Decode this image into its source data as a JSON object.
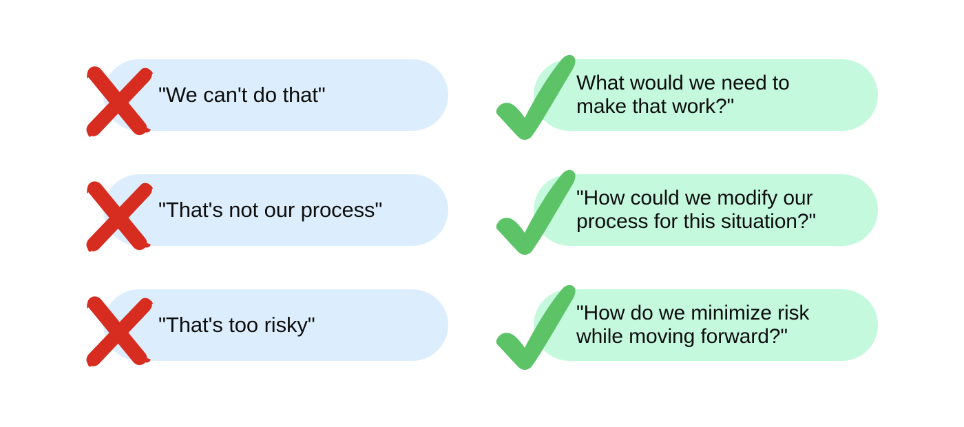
{
  "page": {
    "background": "#ffffff",
    "layout": "two-column comparison list, three rows"
  },
  "theme": {
    "negative_pill_bg": "#dceefd",
    "positive_pill_bg": "#c4f9de",
    "cross_icon_color": "#d72d20",
    "check_icon_color": "#5cc467",
    "text_color": "#0d0d0d"
  },
  "columns": {
    "negative": {
      "icon": "cross-icon",
      "icon_color": "#d72d20"
    },
    "positive": {
      "icon": "check-icon",
      "icon_color": "#5cc467"
    }
  },
  "rows": [
    {
      "negative": "\"We can't do that\"",
      "positive": "What would we need to\nmake that work?\""
    },
    {
      "negative": "\"That's not our process\"",
      "positive": "\"How could we modify our\nprocess for this situation?\""
    },
    {
      "negative": "\"That's too risky\"",
      "positive": "\"How do we minimize risk\nwhile moving forward?\""
    }
  ]
}
